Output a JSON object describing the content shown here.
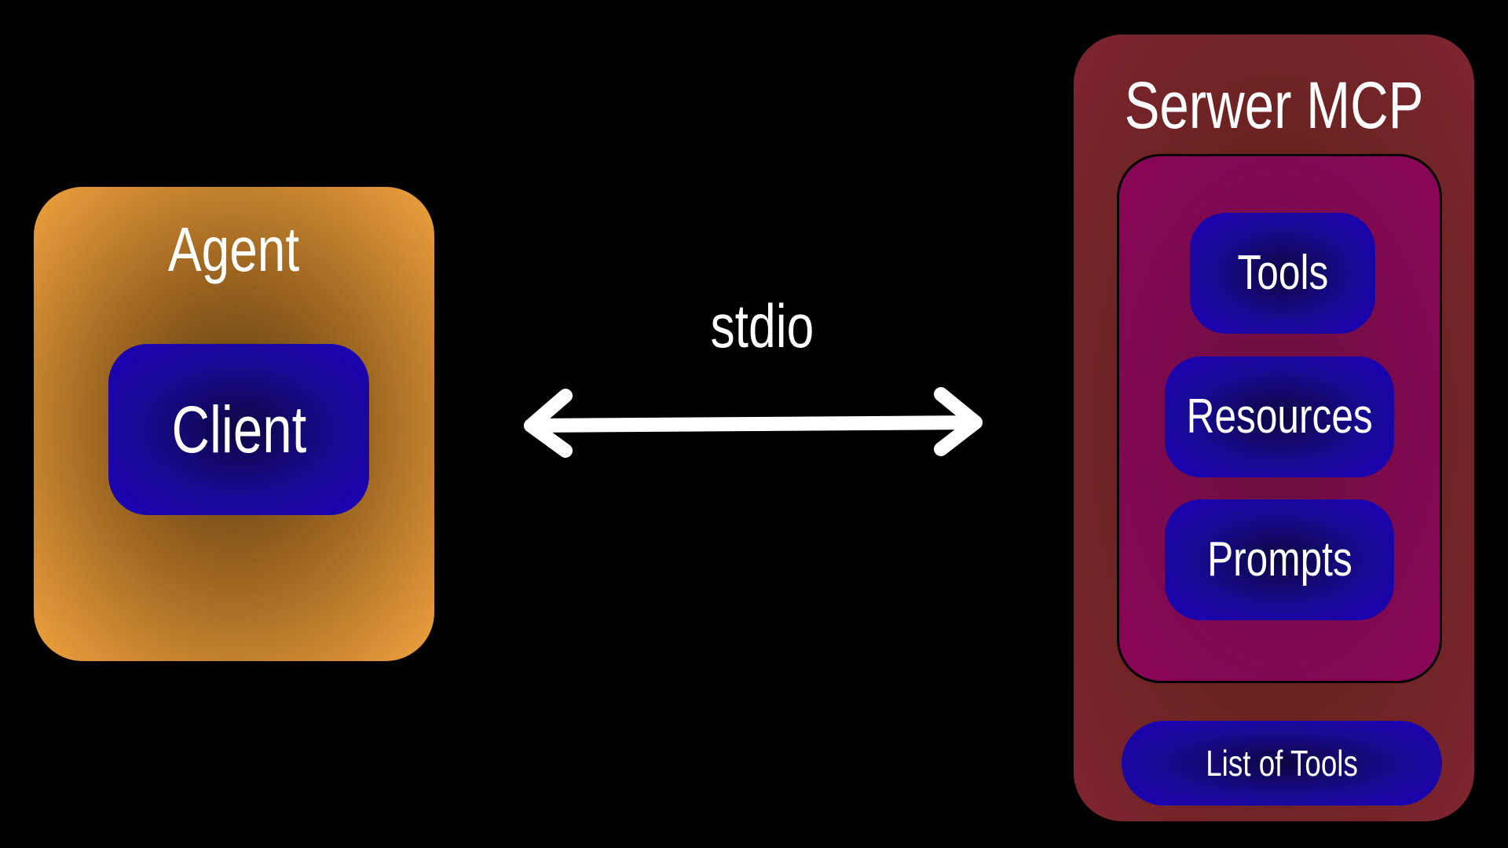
{
  "agent": {
    "title": "Agent",
    "client_label": "Client"
  },
  "link": {
    "label": "stdio"
  },
  "server": {
    "title": "Serwer MCP",
    "capabilities": [
      "Tools",
      "Resources",
      "Prompts"
    ],
    "list_label": "List of Tools"
  },
  "colors": {
    "background": "#000000",
    "agent": "#f0a23e",
    "box_blue": "#1c00b8",
    "server": "#7e2531",
    "capabilities_panel": "#8a0558",
    "text": "#ffffff"
  }
}
